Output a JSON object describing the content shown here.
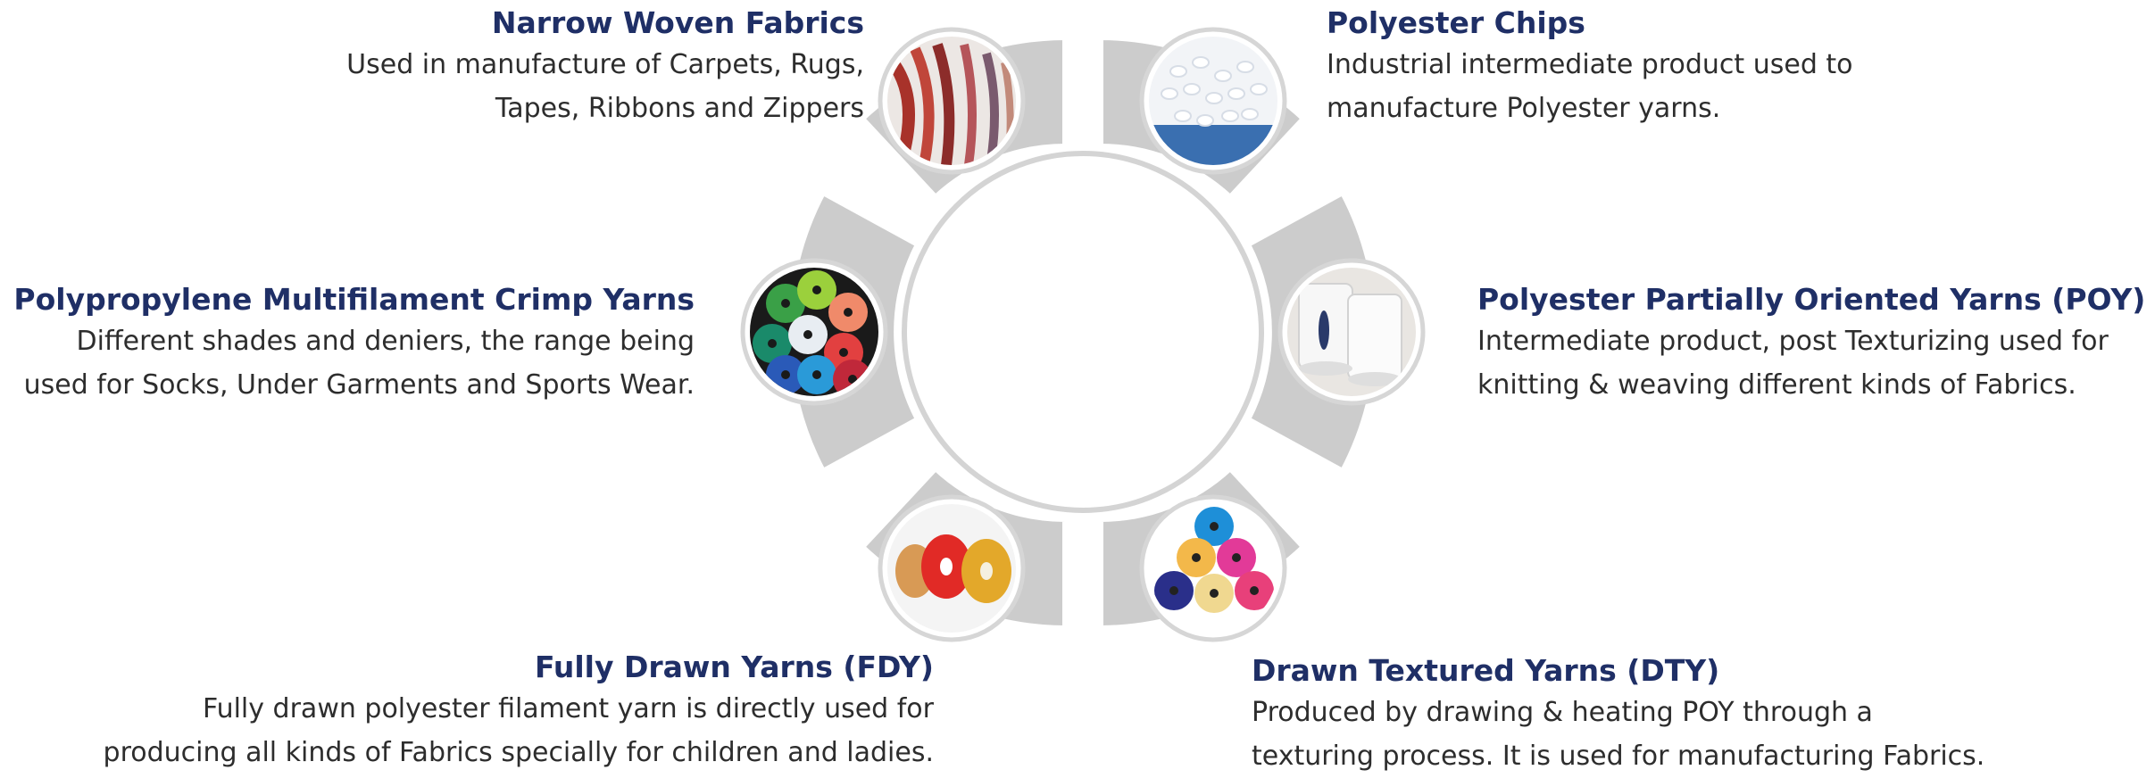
{
  "products": [
    {
      "id": "narrow-woven-fabrics",
      "title": "Narrow Woven Fabrics",
      "lines": [
        "Used in manufacture of Carpets, Rugs,",
        "Tapes, Ribbons and Zippers"
      ],
      "image": "ribbons-photo"
    },
    {
      "id": "polyester-chips",
      "title": "Polyester Chips",
      "lines": [
        "Industrial intermediate product used to",
        "manufacture Polyester yarns."
      ],
      "image": "polyester-chips-photo"
    },
    {
      "id": "polypropylene-crimp-yarns",
      "title": "Polypropylene Multifilament Crimp Yarns",
      "lines": [
        "Different shades and deniers, the range being",
        "used for Socks, Under Garments and Sports Wear."
      ],
      "image": "colored-spools-photo"
    },
    {
      "id": "poy",
      "title": "Polyester Partially Oriented Yarns (POY)",
      "lines": [
        "Intermediate product, post Texturizing used for",
        "knitting & weaving different kinds of Fabrics."
      ],
      "image": "white-spools-photo"
    },
    {
      "id": "fdy",
      "title": "Fully Drawn Yarns (FDY)",
      "lines": [
        "Fully drawn polyester filament yarn is directly used for",
        "producing all kinds of Fabrics specially for children and ladies."
      ],
      "image": "yarn-cones-photo"
    },
    {
      "id": "dty",
      "title": "Drawn Textured Yarns (DTY)",
      "lines": [
        "Produced by drawing & heating POY through a",
        "texturing process. It is used for manufacturing Fabrics."
      ],
      "image": "yarn-pyramid-photo"
    }
  ],
  "colors": {
    "title": "#1f2f66",
    "text": "#2d2d2d",
    "ring": "#c9c9c9"
  }
}
